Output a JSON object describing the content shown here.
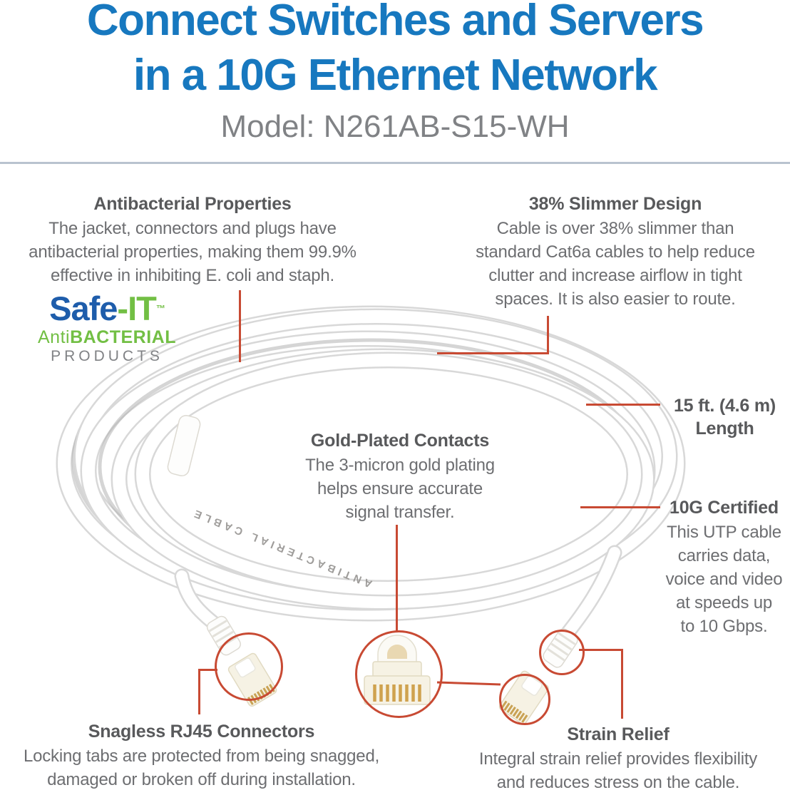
{
  "header": {
    "title_line1": "Connect Switches and Servers",
    "title_line2": "in a 10G Ethernet Network",
    "model": "Model: N261AB-S15-WH"
  },
  "logo": {
    "brand_blue": "Safe",
    "brand_green": "-IT",
    "trademark": "™",
    "line2_regular": "Anti",
    "line2_bold": "BACTERIAL",
    "line3": "PRODUCTS"
  },
  "features": {
    "antibacterial": {
      "title": "Antibacterial Properties",
      "lines": [
        "The jacket, connectors and plugs have",
        "antibacterial properties, making them 99.9%",
        "effective in inhibiting E. coli and staph."
      ]
    },
    "slimmer": {
      "title": "38% Slimmer Design",
      "lines": [
        "Cable is over 38% slimmer than",
        "standard Cat6a cables to help reduce",
        "clutter and increase airflow in tight",
        "spaces. It is also easier to route."
      ]
    },
    "gold": {
      "title": "Gold-Plated Contacts",
      "lines": [
        "The 3-micron gold plating",
        "helps ensure accurate",
        "signal transfer."
      ]
    },
    "length": {
      "lines": [
        "15 ft. (4.6 m)",
        "Length"
      ]
    },
    "ten_gig": {
      "title": "10G Certified",
      "lines": [
        "This UTP cable",
        "carries data,",
        "voice and video",
        "at speeds up",
        "to 10 Gbps."
      ]
    },
    "snagless": {
      "title": "Snagless RJ45 Connectors",
      "lines": [
        "Locking tabs are protected from being snagged,",
        "damaged or broken off during installation."
      ]
    },
    "strain": {
      "title": "Strain Relief",
      "lines": [
        "Integral strain relief provides flexibility",
        "and reduces stress on the cable."
      ]
    }
  },
  "product": {
    "jacket_print": "ANTIBACTERIAL CABLE",
    "cable_color": "white"
  },
  "colors": {
    "title_blue": "#1778bf",
    "model_gray": "#808285",
    "heading_gray": "#58595b",
    "body_gray": "#6d6e71",
    "callout_red": "#c84a33",
    "logo_blue": "#1e5dab",
    "logo_green": "#72bf44",
    "divider_gray": "#b9c3cf"
  }
}
